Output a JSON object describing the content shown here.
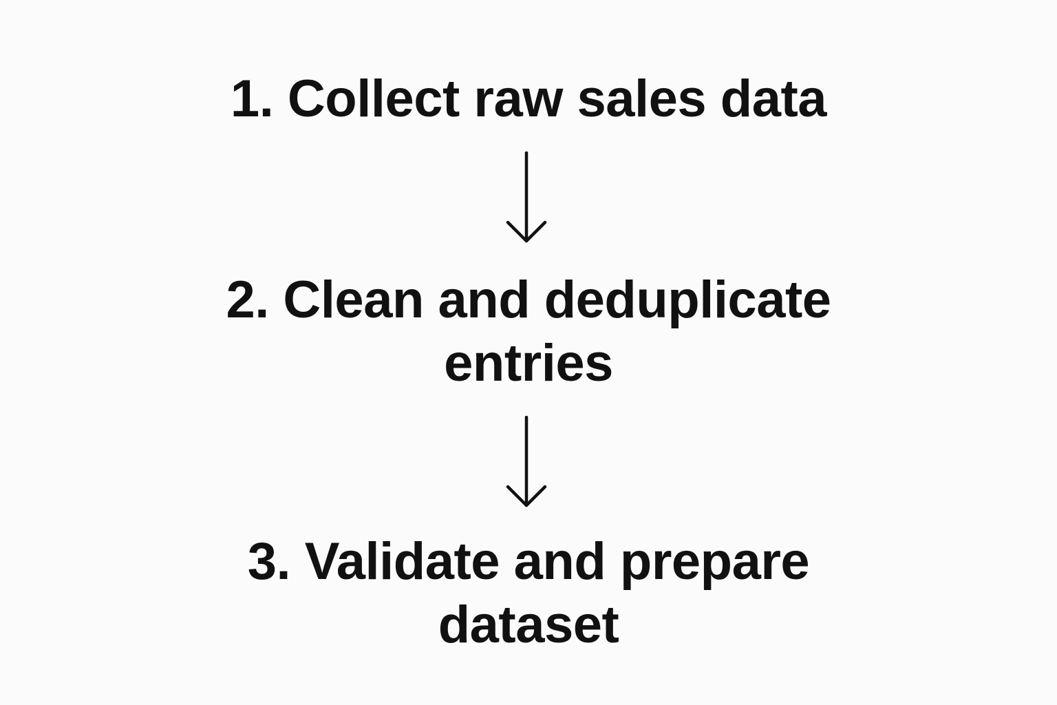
{
  "diagram": {
    "steps": [
      {
        "lines": [
          "1. Collect raw sales data"
        ]
      },
      {
        "lines": [
          "2. Clean and deduplicate",
          "entries"
        ]
      },
      {
        "lines": [
          "3. Validate and prepare",
          "dataset"
        ]
      }
    ],
    "arrows": [
      {
        "icon": "arrow-down-icon",
        "from": 1,
        "to": 2
      },
      {
        "icon": "arrow-down-icon",
        "from": 2,
        "to": 3
      }
    ],
    "colors": {
      "background": "#fbfbfb",
      "text": "#111111",
      "arrow": "#111111"
    }
  }
}
